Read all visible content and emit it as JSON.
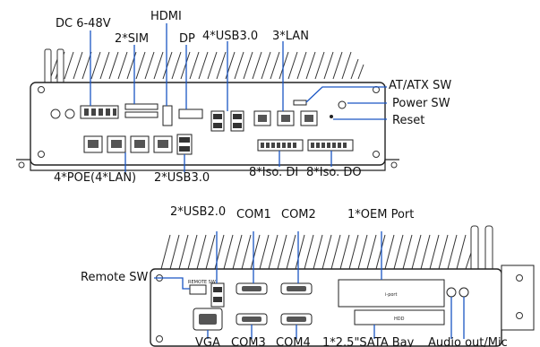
{
  "top_panel": {
    "labels": {
      "dc": "DC 6-48V",
      "hdmi": "HDMI",
      "sim": "2*SIM",
      "dp": "DP",
      "usb30_top": "4*USB3.0",
      "lan": "3*LAN",
      "atatx": "AT/ATX SW",
      "power": "Power SW",
      "reset": "Reset",
      "poe": "4*POE(4*LAN)",
      "usb30_bottom": "2*USB3.0",
      "iso_di": "8*Iso. DI",
      "iso_do": "8*Iso. DO"
    }
  },
  "bottom_panel": {
    "labels": {
      "usb20": "2*USB2.0",
      "com1": "COM1",
      "com2": "COM2",
      "oem": "1*OEM Port",
      "remote": "Remote SW",
      "vga": "VGA",
      "com3": "COM3",
      "com4": "COM4",
      "sata": "1*2.5\"SATA Bay",
      "audio": "Audio out/Mic"
    },
    "module_text": "i-port",
    "hdd_text": "HDD"
  }
}
